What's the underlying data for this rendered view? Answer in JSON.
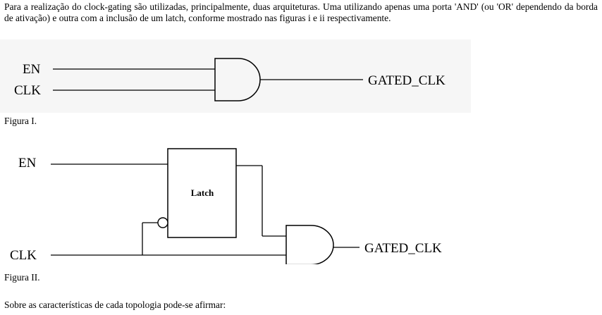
{
  "intro": "Para a realização do clock-gating são utilizadas, principalmente, duas arquiteturas. Uma utilizando apenas uma porta 'AND' (ou 'OR' dependendo da borda de ativação) e outra com a inclusão de um latch, conforme mostrado nas figuras i e ii respectivamente.",
  "figure1": {
    "label_en": "EN",
    "label_clk": "CLK",
    "label_out": "GATED_CLK",
    "caption": "Figura I."
  },
  "figure2": {
    "label_en": "EN",
    "label_clk": "CLK",
    "latch_label": "Latch",
    "label_out": "GATED_CLK",
    "caption": "Figura II."
  },
  "question": "Sobre as características de cada topologia pode-se afirmar:"
}
